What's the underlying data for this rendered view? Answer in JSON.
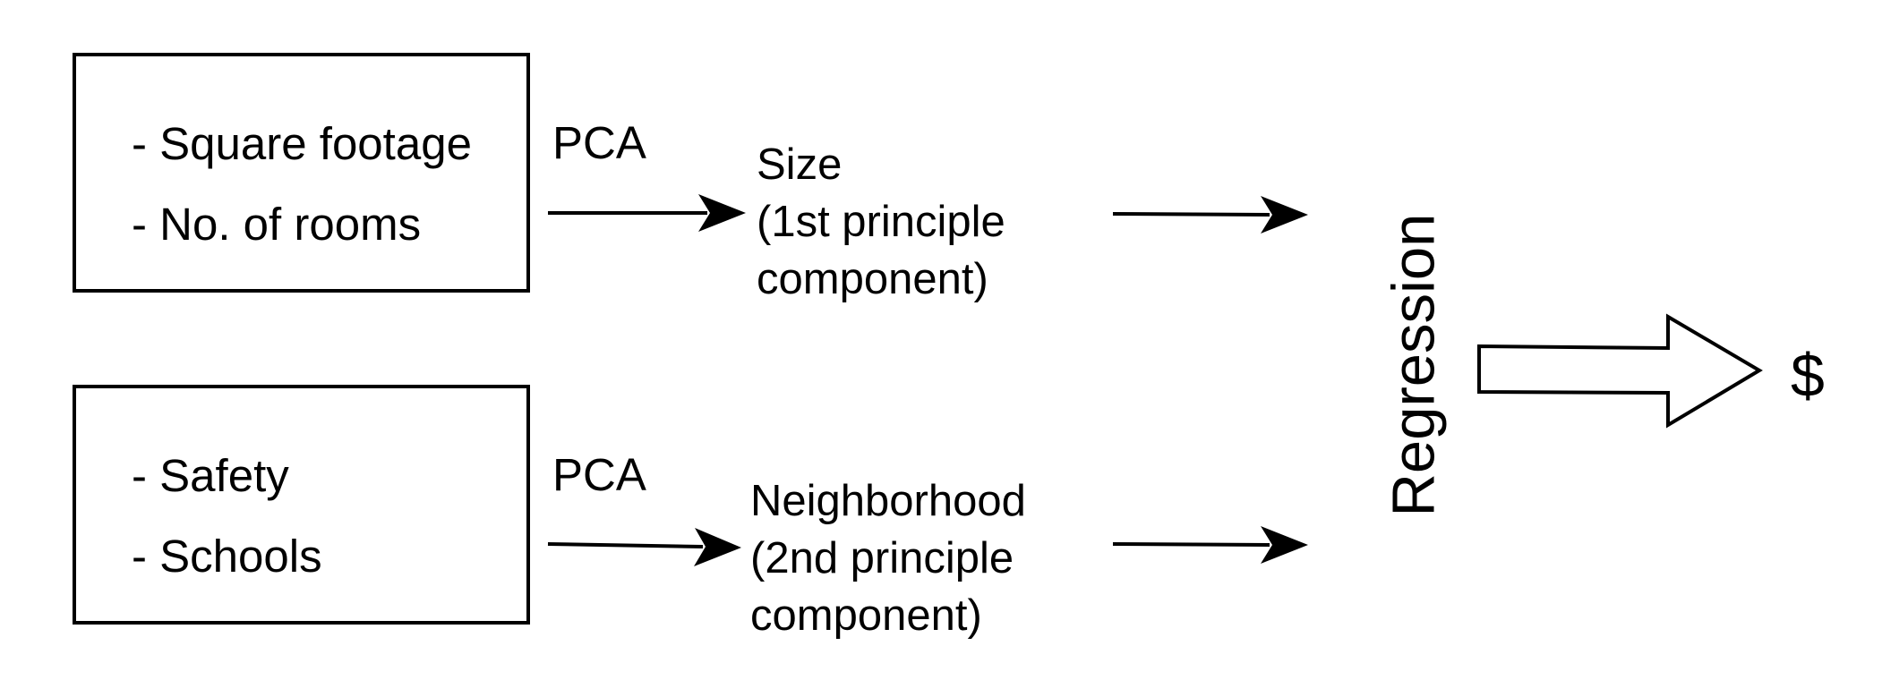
{
  "diagram": {
    "box_size": {
      "items": [
        "- Square footage",
        "- No. of rooms"
      ]
    },
    "box_neighborhood": {
      "items": [
        "- Safety",
        "- Schools"
      ]
    },
    "pca_top": "PCA",
    "pca_bottom": "PCA",
    "component_size": {
      "lines": [
        "Size",
        "(1st principle",
        "component)"
      ]
    },
    "component_neighborhood": {
      "lines": [
        "Neighborhood",
        "(2nd principle",
        "component)"
      ]
    },
    "regression": "Regression",
    "output": "$"
  }
}
